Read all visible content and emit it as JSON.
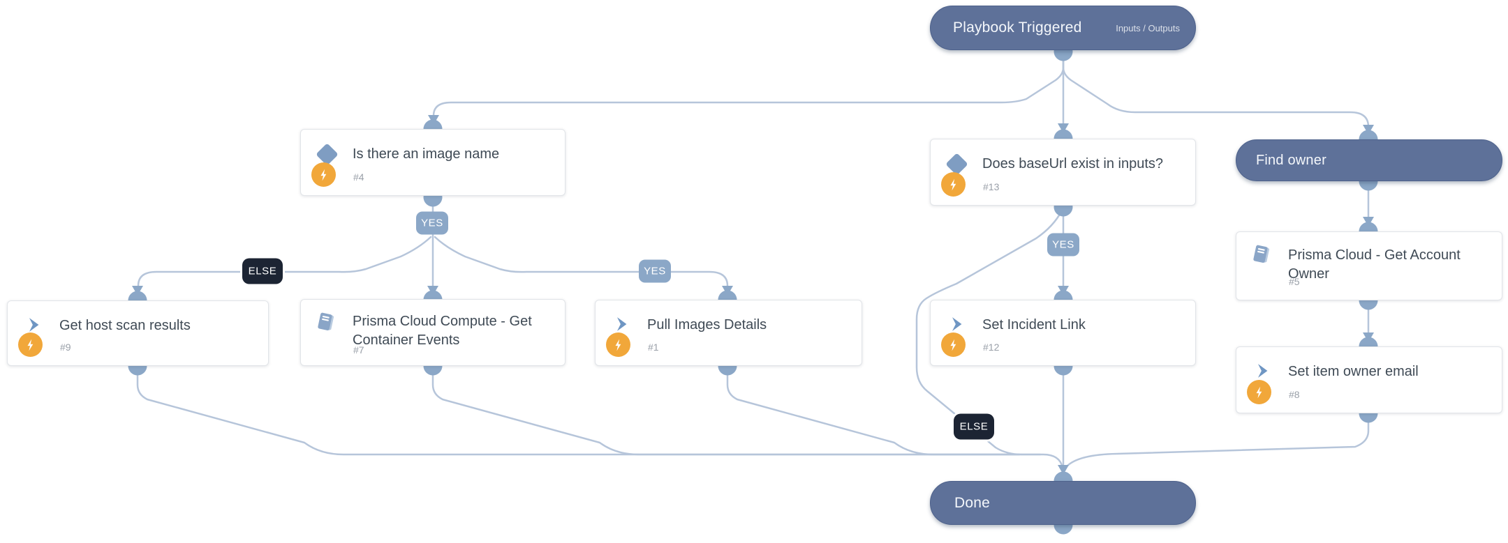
{
  "nodes": {
    "trigger": {
      "title": "Playbook Triggered",
      "link_label": "Inputs / Outputs"
    },
    "cond_image": {
      "title": "Is there an image name",
      "num": "#4"
    },
    "cond_baseurl": {
      "title": "Does baseUrl exist in inputs?",
      "num": "#13"
    },
    "section_find_owner": {
      "title": "Find owner"
    },
    "task_host_scan": {
      "title": "Get host scan results",
      "num": "#9"
    },
    "pb_container_events": {
      "title": "Prisma Cloud Compute - Get Container Events",
      "num": "#7"
    },
    "task_pull_images": {
      "title": "Pull Images Details",
      "num": "#1"
    },
    "task_set_link": {
      "title": "Set Incident Link",
      "num": "#12"
    },
    "pb_account_owner": {
      "title": "Prisma Cloud - Get Account Owner",
      "num": "#5"
    },
    "task_set_owner_email": {
      "title": "Set item owner email",
      "num": "#8"
    },
    "end": {
      "title": "Done"
    }
  },
  "edge_labels": {
    "img_yes_mid": "YES",
    "img_else": "ELSE",
    "img_yes_right": "YES",
    "base_yes": "YES",
    "base_else": "ELSE"
  },
  "colors": {
    "edge_line": "#b6c5da",
    "connector_dot": "#8ba7c7",
    "pill_fill": "#5e7199",
    "yes_badge": "#8ba7c7",
    "else_badge": "#1c2433",
    "bolt_circle": "#f1a73a",
    "icon_blue": "#7f9dc2",
    "title_text": "#3f4a55",
    "num_text": "#999fa8"
  }
}
